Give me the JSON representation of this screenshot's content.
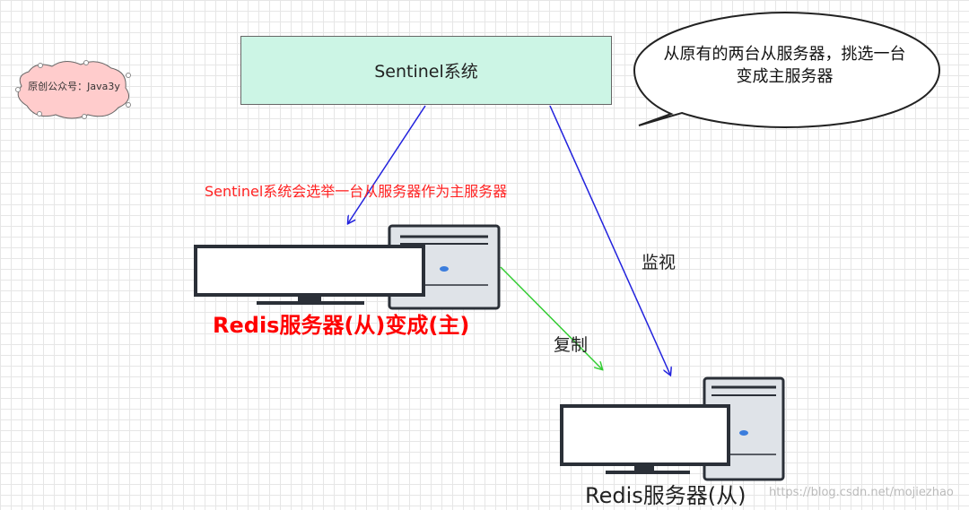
{
  "sentinel_box": {
    "label": "Sentinel系统"
  },
  "speech_bubble": {
    "line1": "从原有的两台从服务器，挑选一台",
    "line2": "变成主服务器"
  },
  "cloud_note": {
    "text": "原创公众号：Java3y"
  },
  "annotations": {
    "elect": "Sentinel系统会选举一台从服务器作为主服务器",
    "monitor": "监视",
    "replicate": "复制"
  },
  "servers": {
    "master_label": "Redis服务器(从)变成(主)",
    "slave_label": "Redis服务器(从)"
  },
  "watermark": "https://blog.csdn.net/mojiezhao",
  "colors": {
    "sentinel_fill": "#ccf5e5",
    "elect_arrow": "#2222dd",
    "monitor_arrow": "#2222dd",
    "replicate_arrow": "#33cc33",
    "master_label": "#ff0000",
    "cloud_fill": "#ffcccc"
  }
}
